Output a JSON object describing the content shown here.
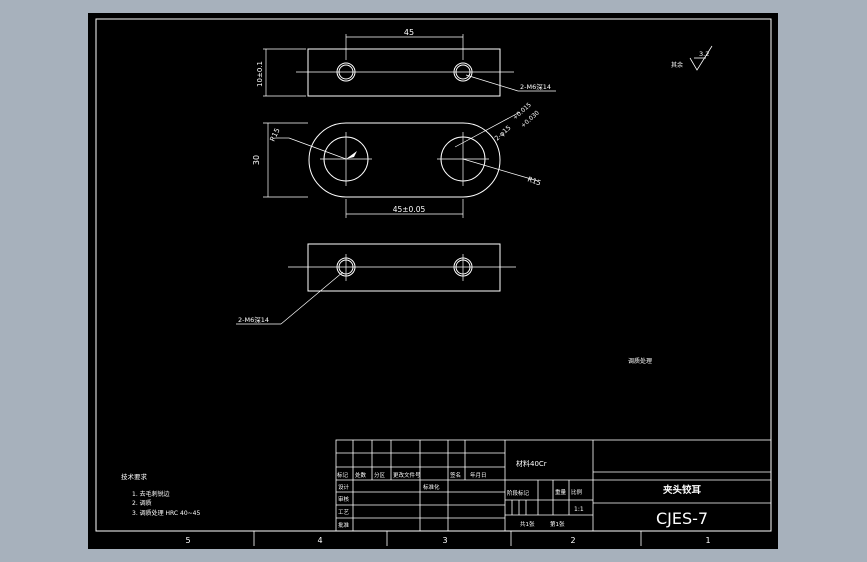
{
  "colors": {
    "background": "#a7b1bc",
    "sheet": "#000000",
    "lines": "#ffffff"
  },
  "drawing": {
    "top_view": {
      "dim_length": "45",
      "dim_height": "10±0.1",
      "hole_callout": "2-M6深14"
    },
    "front_view": {
      "dim_left_radius": "R15",
      "dim_height": "30",
      "dim_right_radius": "R15",
      "dim_center_distance": "45±0.05",
      "bore_callout_1": "2-φ15",
      "bore_callout_2": "+0.015",
      "bore_callout_3": "+0.030"
    },
    "bottom_view": {
      "hole_callout": "2-M6深14"
    },
    "roughness": {
      "label": "其余",
      "value": "3.2"
    },
    "side_note": "调质处理",
    "tech_requirements": {
      "title": "技术要求",
      "item_1": "1. 去毛刺锐边",
      "item_2": "2. 调质",
      "item_3": "3. 调质处理 HRC 40~45"
    },
    "border_columns": [
      "5",
      "4",
      "3",
      "2",
      "1"
    ]
  },
  "title_block": {
    "material": "材料40Cr",
    "part_name": "夹头铰耳",
    "drawing_number": "CJES-7",
    "header_labels": [
      "标记",
      "处数",
      "分区",
      "更改文件号",
      "签名",
      "年月日"
    ],
    "row_labels": [
      "设计",
      "审核",
      "工艺"
    ],
    "signature_label": "标准化",
    "date_label": "批准",
    "approval_label": "批准",
    "stage_label": "阶段标记",
    "weight_label": "重量",
    "scale_label": "比例",
    "scale_value": "1:1",
    "sheet_info": "共1张",
    "sheet_no": "第1张"
  }
}
